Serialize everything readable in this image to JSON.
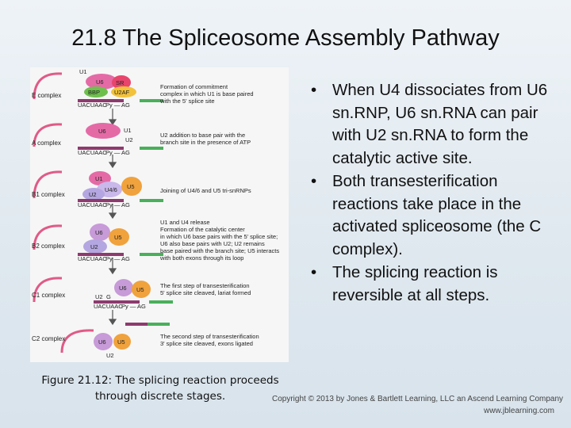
{
  "title": "21.8  The Spliceosome Assembly Pathway",
  "bullets": [
    "When U4 dissociates from U6 sn.RNP, U6 sn.RNA can pair with U2 sn.RNA to form the catalytic active site.",
    "Both transesterification reactions take place in the activated spliceosome (the C complex).",
    "The splicing reaction is reversible at all steps."
  ],
  "bullet_symbol": "•",
  "figure": {
    "stages": [
      {
        "complex": "E complex",
        "description": [
          "Formation of commitment",
          "complex in which U1 is base paired",
          "with the 5' splice site"
        ]
      },
      {
        "complex": "A complex",
        "description": [
          "U2 addition to base pair with the",
          "branch site in the presence of ATP"
        ]
      },
      {
        "complex": "B1 complex",
        "description": [
          "Joining of U4/6 and U5 tri-snRNPs"
        ]
      },
      {
        "complex": "B2 complex",
        "description": [
          "U1 and U4 release",
          "Formation of the catalytic center",
          "in which U6 base pairs with the 5' splice site;",
          "U6 also base pairs with U2; U2 remains",
          "base paired with the branch site; U5 interacts",
          "with both exons through its loop"
        ]
      },
      {
        "complex": "C1 complex",
        "description": [
          "The first step of transesterification",
          "5' splice site cleaved, lariat formed"
        ]
      },
      {
        "complex": "C2 complex",
        "description": [
          "The second step of transesterification",
          "3' splice site cleaved, exons ligated"
        ]
      }
    ],
    "labels": {
      "u1": "U1",
      "u6": "U6",
      "u2": "U2",
      "u4": "U4",
      "u5": "U5",
      "sr": "SR",
      "bbp": "BBP",
      "u2af": "U2AF",
      "branch_seq": "UACUAAC",
      "py_ag": "Py — AG",
      "u4_6": "U4/6",
      "g": "G"
    }
  },
  "caption": "Figure 21.12: The splicing reaction proceeds through discrete stages.",
  "copyright": "Copyright © 2013 by Jones & Bartlett Learning, LLC an Ascend Learning Company",
  "website": "www.jblearning.com",
  "colors": {
    "u1": "#e46aa6",
    "u6": "#c79ad8",
    "u2": "#b4a6e0",
    "u5": "#f0a23c",
    "u4": "#c9b8ea",
    "sr": "#e8456c",
    "bbp": "#6ec04d",
    "u2af": "#f2c23a",
    "exon1": "#8e3a6e",
    "exon2": "#48b05a",
    "intron": "#e05a88"
  }
}
